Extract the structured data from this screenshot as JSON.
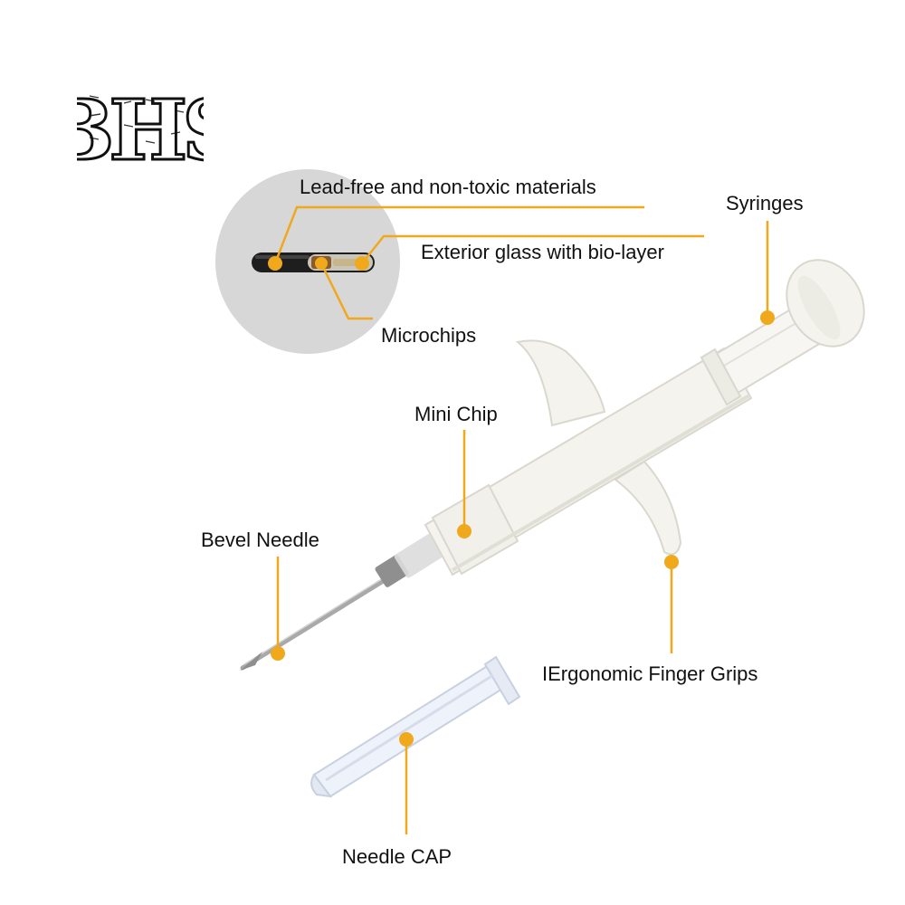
{
  "logo": {
    "text": "BHS"
  },
  "labels": {
    "lead_free": "Lead-free and non-toxic materials",
    "exterior_glass": "Exterior glass with bio-layer",
    "microchips": "Microchips",
    "syringes": "Syringes",
    "mini_chip": "Mini Chip",
    "bevel_needle": "Bevel Needle",
    "finger_grips": "IErgonomic Finger Grips",
    "needle_cap": "Needle CAP"
  },
  "colors": {
    "accent": "#F0A81C",
    "lens_bg": "#D7D7D7",
    "syringe_body": "#F4F3EE",
    "syringe_shadow": "#D9D8CF",
    "needle": "#A9A9A9",
    "cap": "#EEF2FA",
    "text": "#111111"
  }
}
